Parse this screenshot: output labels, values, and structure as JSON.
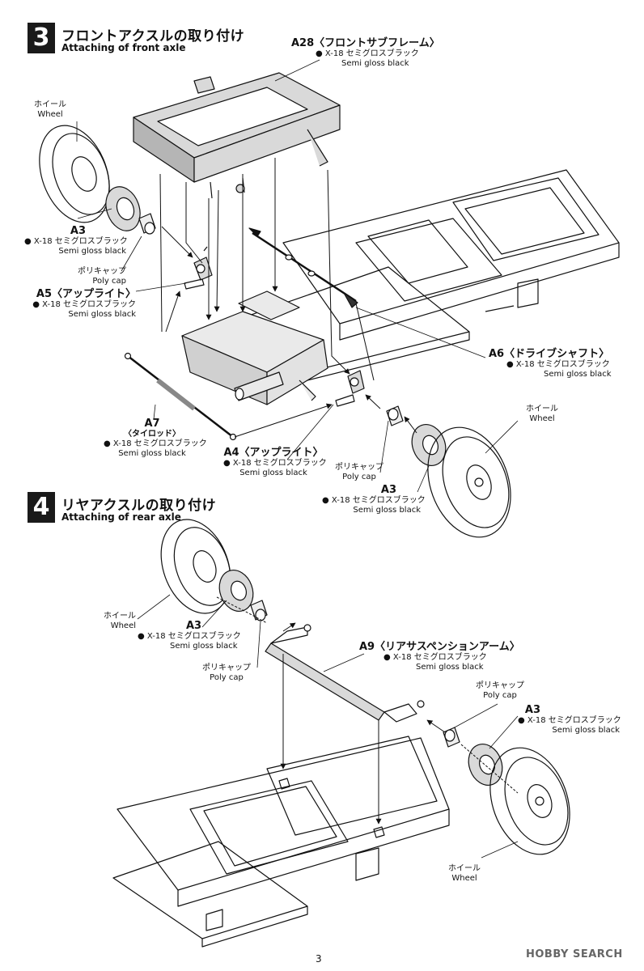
{
  "step3": {
    "number": "3",
    "title_jp": "フロントアクスルの取り付け",
    "title_en": "Attaching of front axle"
  },
  "step4": {
    "number": "4",
    "title_jp": "リヤアクスルの取り付け",
    "title_en": "Attaching of rear axle"
  },
  "paint": {
    "jp": "● X-18 セミグロスブラック",
    "en": "Semi gloss black"
  },
  "labels": {
    "a28": "A28〈フロントサブフレーム〉",
    "wheel_jp": "ホイール",
    "wheel_en": "Wheel",
    "a3": "A3",
    "polycap_jp": "ポリキャップ",
    "polycap_en": "Poly cap",
    "a5": "A5〈アップライト〉",
    "a6": "A6〈ドライブシャフト〉",
    "a7": "A7",
    "a7_sub": "〈タイロッド〉",
    "a4": "A4〈アップライト〉",
    "a9": "A9〈リアサスペンションアーム〉"
  },
  "page_number": "3",
  "watermark": "HOBBY SEARCH",
  "colors": {
    "ink": "#1a1a1a",
    "part_fill": "#d9d9d9",
    "part_dark": "#b5b5b5"
  }
}
